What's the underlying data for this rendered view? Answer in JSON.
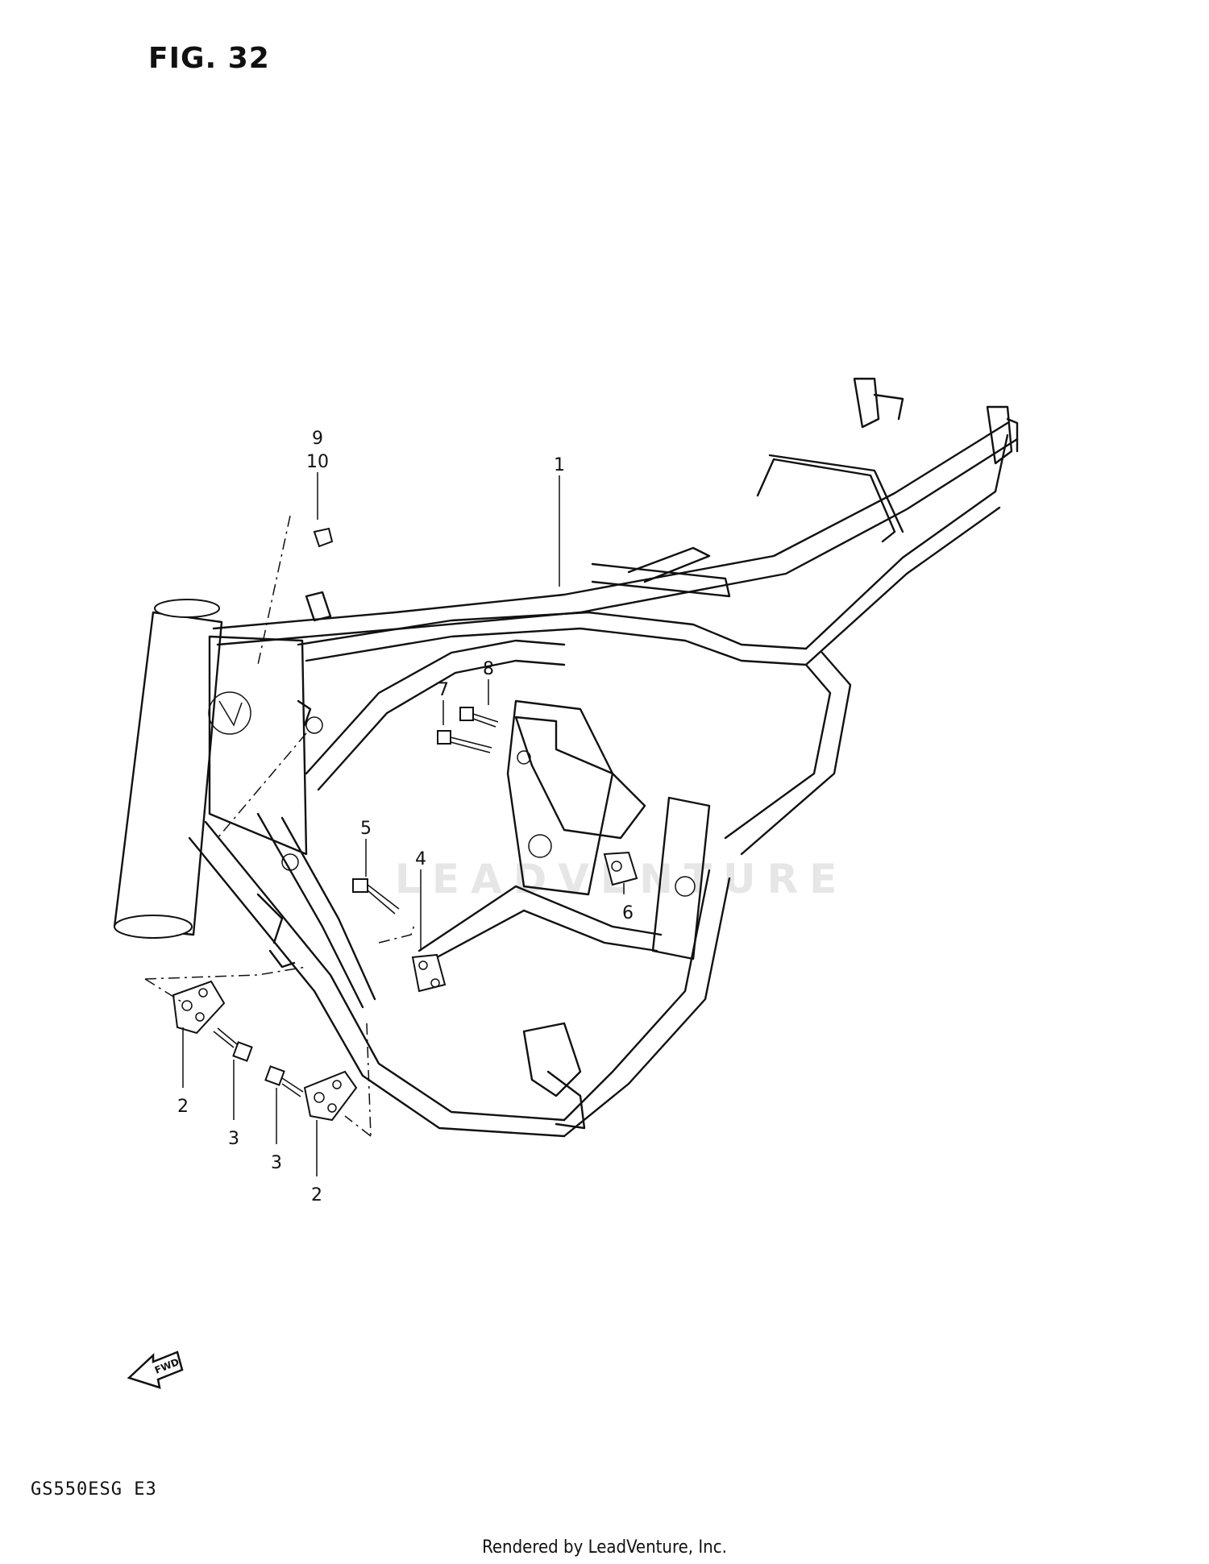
{
  "figure": {
    "title": "FIG. 32"
  },
  "model_code": "GS550ESG  E3",
  "footer": "Rendered by LeadVenture, Inc.",
  "watermark": "LEADVENTURE",
  "fwd_label": "FWD",
  "callouts": [
    "1",
    "2",
    "2",
    "3",
    "3",
    "4",
    "5",
    "6",
    "7",
    "8",
    "9",
    "10"
  ]
}
